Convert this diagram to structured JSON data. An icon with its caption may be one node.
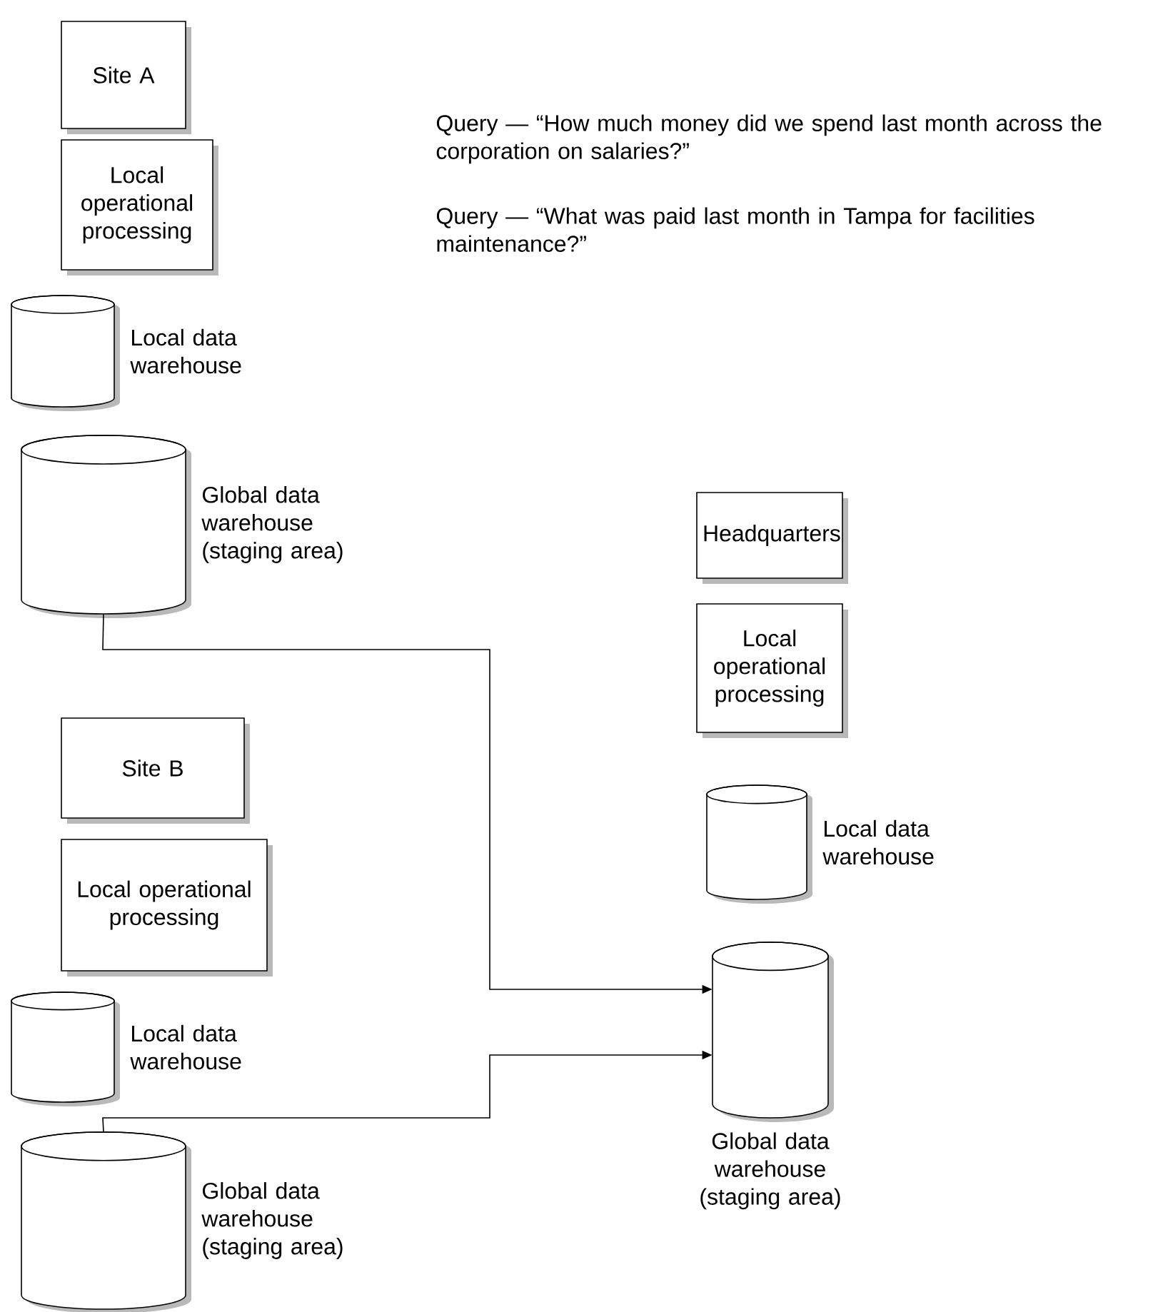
{
  "diagram": {
    "nodes": [
      {
        "text": [
          "Site A"
        ]
      },
      {
        "text": [
          "Local operational processing"
        ]
      },
      {
        "text": [
          "Local data warehouse"
        ]
      },
      {
        "text": [
          "Global data warehouse (staging area)"
        ]
      },
      {
        "text": [
          "Headquarters"
        ]
      },
      {
        "text": [
          "Local operational processing"
        ]
      },
      {
        "text": [
          "Local data warehouse"
        ]
      },
      {
        "text": [
          "Global data warehouse (staging area)"
        ]
      },
      {
        "text": [
          "Site B"
        ]
      },
      {
        "text": [
          "Local operational processing"
        ]
      },
      {
        "text": [
          "Local data warehouse"
        ]
      },
      {
        "text": [
          "Global data warehouse (staging area)"
        ]
      }
    ],
    "edges": [
      {
        "from": 3,
        "to": 7,
        "arrow": "to"
      },
      {
        "from": 11,
        "to": 7,
        "arrow": "to"
      }
    ],
    "labels": [
      "Query — “How much money did we spend last month across the corporation on salaries?”",
      "Query — “What was paid last month in Tampa for facilities maintenance?”"
    ]
  }
}
